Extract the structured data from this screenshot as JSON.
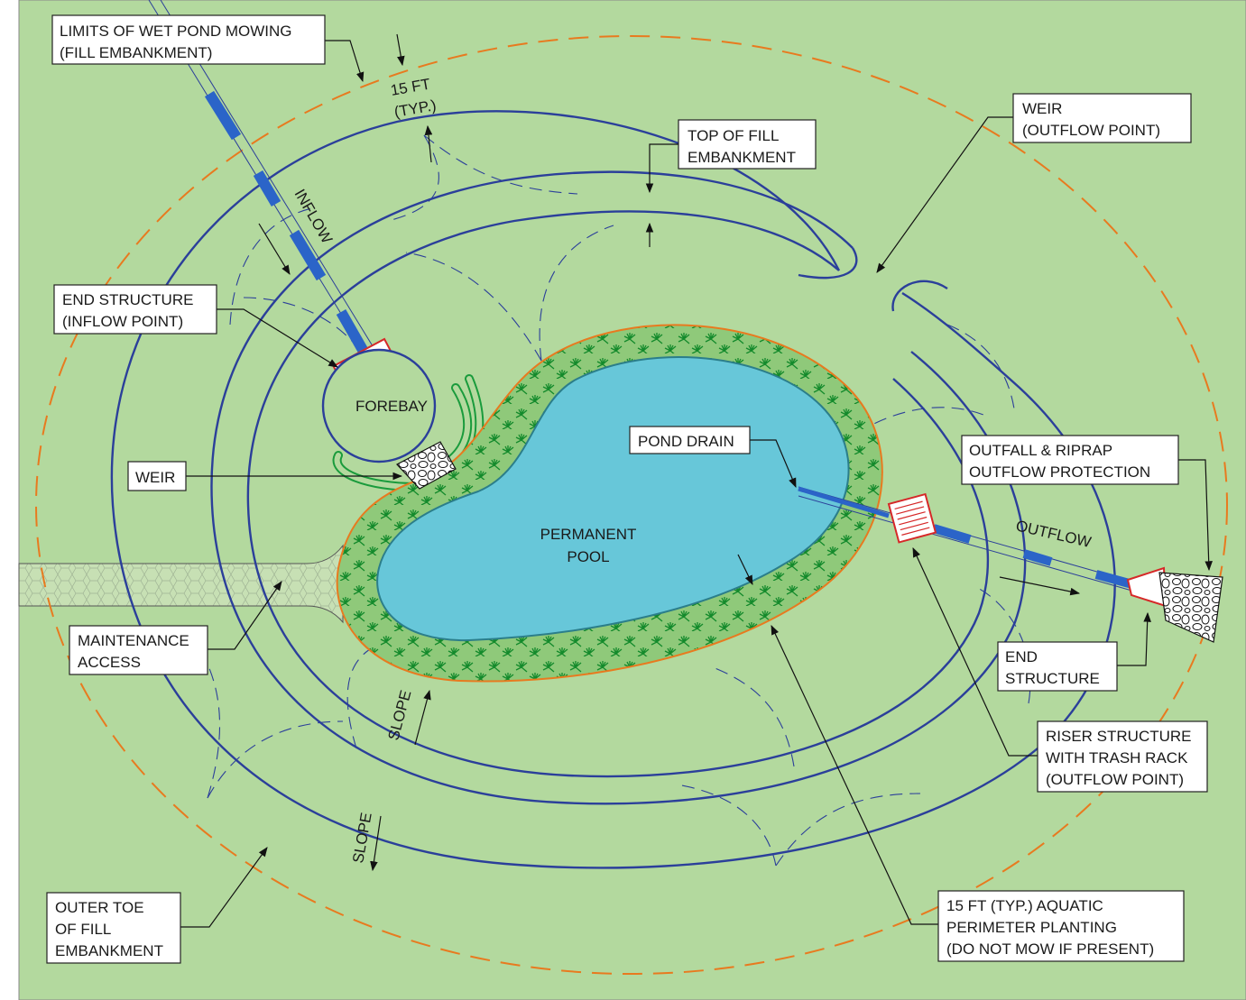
{
  "colors": {
    "grass": "#b3d99e",
    "water": "#67c7d9",
    "planting": "#8fc97a",
    "embankment_line": "#2b3f9a",
    "mowing_limit": "#e87a1f",
    "access": "#c7e0b4"
  },
  "labels": {
    "limits_mowing": [
      "LIMITS OF WET POND MOWING",
      "(FILL EMBANKMENT)"
    ],
    "dim_15ft": [
      "15 FT",
      "(TYP.)"
    ],
    "top_fill": [
      "TOP OF FILL",
      "EMBANKMENT"
    ],
    "weir_outflow": [
      "WEIR",
      "(OUTFLOW POINT)"
    ],
    "inflow": "INFLOW",
    "end_structure_inflow": [
      "END STRUCTURE",
      "(INFLOW POINT)"
    ],
    "forebay": "FOREBAY",
    "weir": "WEIR",
    "pond_drain": "POND DRAIN",
    "outfall": [
      "OUTFALL & RIPRAP",
      "OUTFLOW PROTECTION"
    ],
    "permanent_pool": [
      "PERMANENT",
      "POOL"
    ],
    "outflow": "OUTFLOW",
    "maintenance": [
      "MAINTENANCE",
      "ACCESS"
    ],
    "end_structure": [
      "END",
      "STRUCTURE"
    ],
    "slope": "SLOPE",
    "riser": [
      "RISER STRUCTURE",
      "WITH TRASH RACK",
      "(OUTFLOW POINT)"
    ],
    "outer_toe": [
      "OUTER TOE",
      "OF FILL",
      "EMBANKMENT"
    ],
    "aquatic": [
      "15 FT (TYP.) AQUATIC",
      "PERIMETER PLANTING",
      "(DO NOT MOW IF PRESENT)"
    ]
  }
}
